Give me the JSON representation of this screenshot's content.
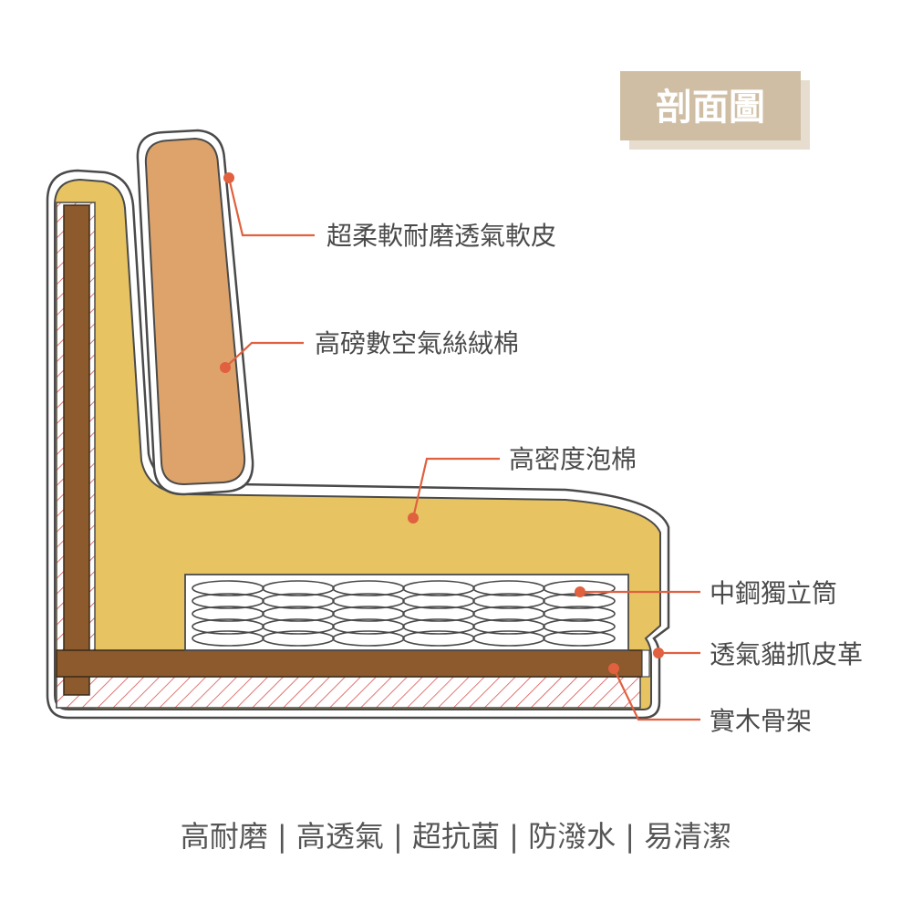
{
  "title": "剖面圖",
  "labels": {
    "leather": "超柔軟耐磨透氣軟皮",
    "padding": "高磅數空氣絲絨棉",
    "foam": "高密度泡棉",
    "springs": "中鋼獨立筒",
    "cat_scratch": "透氣貓抓皮革",
    "frame": "實木骨架"
  },
  "footer": "高耐磨 | 高透氣 | 超抗菌 | 防潑水 | 易清潔",
  "colors": {
    "title_bg": "#cfbea4",
    "title_shadow": "#e6ddcf",
    "foam": "#e7c461",
    "padding": "#dea36a",
    "wood": "#8c5a2c",
    "hatch": "#d9534f",
    "leader": "#e0603f",
    "outline": "#4a4a4a"
  }
}
